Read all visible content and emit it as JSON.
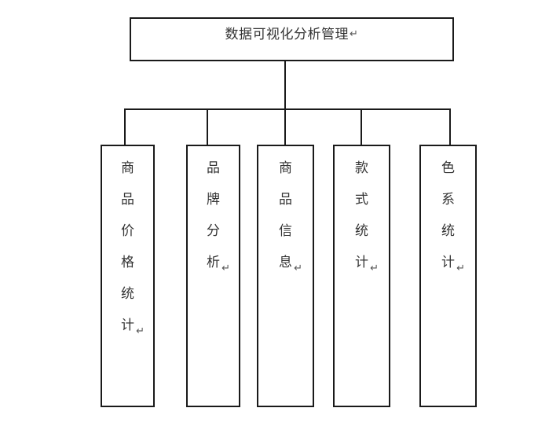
{
  "diagram": {
    "type": "organization-tree",
    "title": "数据可视化分析管理",
    "return_mark": "↵",
    "background_color": "#ffffff",
    "line_color": "#1a1a1a",
    "text_color": "#333333",
    "root": {
      "label": "数据可视化分析管理",
      "return_mark": "↵",
      "orientation": "horizontal"
    },
    "children": [
      {
        "label": "商品价格统计",
        "chars": [
          "商",
          "品",
          "价",
          "格",
          "统",
          "计"
        ],
        "return_mark": "↵",
        "orientation": "vertical"
      },
      {
        "label": "品牌分析",
        "chars": [
          "品",
          "牌",
          "分",
          "析"
        ],
        "return_mark": "↵",
        "orientation": "vertical"
      },
      {
        "label": "商品信息",
        "chars": [
          "商",
          "品",
          "信",
          "息"
        ],
        "return_mark": "↵",
        "orientation": "vertical"
      },
      {
        "label": "款式统计",
        "chars": [
          "款",
          "式",
          "统",
          "计"
        ],
        "return_mark": "↵",
        "orientation": "vertical"
      },
      {
        "label": "色系统计",
        "chars": [
          "色",
          "系",
          "统",
          "计"
        ],
        "return_mark": "↵",
        "orientation": "vertical"
      }
    ]
  }
}
